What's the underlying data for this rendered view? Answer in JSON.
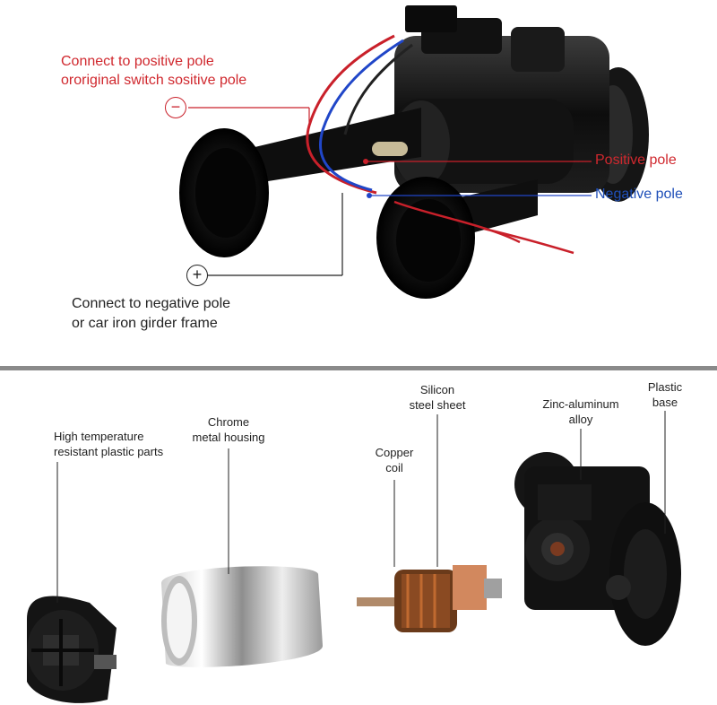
{
  "top": {
    "positive_line1": "Connect to positive pole",
    "positive_line2": "ororiginal switch sositive pole",
    "minus_symbol": "−",
    "plus_symbol": "+",
    "positive_pole": "Positive pole",
    "negative_pole": "Negative pole",
    "negative_line1": "Connect to negative pole",
    "negative_line2": "or car iron girder frame"
  },
  "bottom": {
    "part1_line1": "High temperature",
    "part1_line2": "resistant plastic parts",
    "part2_line1": "Chrome",
    "part2_line2": "metal housing",
    "part3_line1": "Copper",
    "part3_line2": "coil",
    "part4_line1": "Silicon",
    "part4_line2": "steel sheet",
    "part5_line1": "Zinc-aluminum",
    "part5_line2": "alloy",
    "part6_line1": "Plastic",
    "part6_line2": "base"
  },
  "colors": {
    "positive": "#d0282e",
    "negative": "#1f4fb8",
    "divider": "#8a8a8a"
  }
}
